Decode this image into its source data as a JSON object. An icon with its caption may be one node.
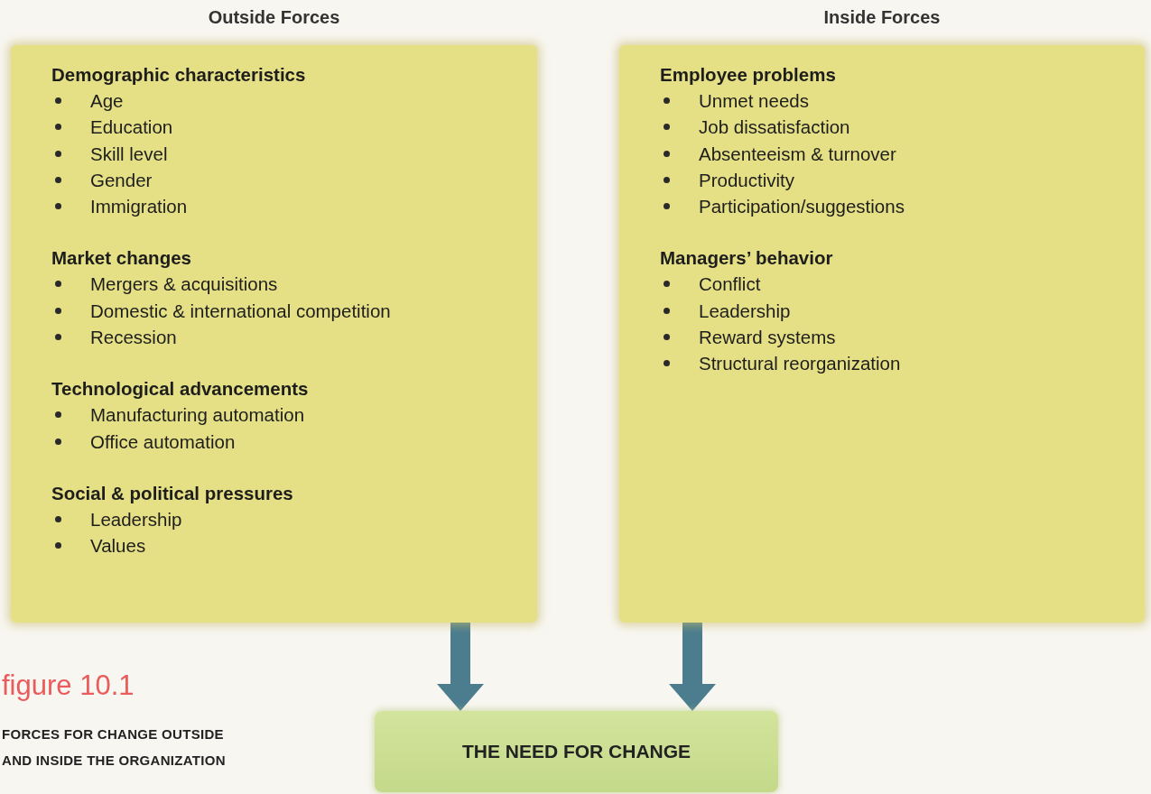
{
  "diagram": {
    "caption": "FORCES FOR CHANGE OUTSIDE AND INSIDE THE ORGANIZATION",
    "nodes": [
      {
        "text": [
          "Outside Forces",
          "Demographic characteristics",
          "Age",
          "Education",
          "Skill level",
          "Gender",
          "Immigration",
          "Market changes",
          "Mergers & acquisitions",
          "Domestic & international competition",
          "Recession",
          "Technological advancements",
          "Manufacturing automation",
          "Office automation",
          "Social & political pressures",
          "Leadership",
          "Values"
        ]
      },
      {
        "text": [
          "Inside Forces",
          "Employee problems",
          "Unmet needs",
          "Job dissatisfaction",
          "Absenteeism & turnover",
          "Productivity",
          "Participation/suggestions",
          "Managers’ behavior",
          "Conflict",
          "Leadership",
          "Reward systems",
          "Structural reorganization"
        ]
      },
      {
        "text": [
          "THE NEED FOR CHANGE"
        ]
      }
    ],
    "edges": [
      {
        "from": 0,
        "to": 2,
        "arrow": "to"
      },
      {
        "from": 1,
        "to": 2,
        "arrow": "to"
      }
    ],
    "labels": [
      "figure 10.1"
    ]
  }
}
